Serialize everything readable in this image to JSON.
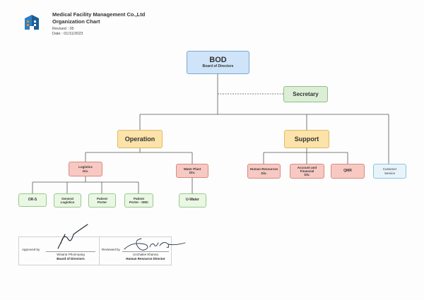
{
  "header": {
    "company": "Medical Facility Management Co.,Ltd",
    "title": "Organization Chart",
    "revised": "Revised : 05",
    "date": "Date : 01/11/2023"
  },
  "nodes": {
    "bod": {
      "title": "BOD",
      "subtitle": "Board of Directors"
    },
    "secretary": "Secretary",
    "operation": "Operation",
    "support": "Support",
    "logistics": {
      "line1": "Logistics",
      "line2": "Div."
    },
    "water_plant": {
      "line1": "Water Plant",
      "line2": "Div."
    },
    "human_resources": {
      "line1": "Human Resources",
      "line2": "Div."
    },
    "account_financial": {
      "line1": "Account and Financial",
      "line2": "Div."
    },
    "qmr": "QMR",
    "customer_service": {
      "line1": "Customer",
      "line2": "Service"
    },
    "ors": "OR-S",
    "general_logistics": {
      "line1": "General",
      "line2": "Logistics"
    },
    "patient_porter": {
      "line1": "Patient",
      "line2": "Porter"
    },
    "patient_porter_smc": {
      "line1": "Patient",
      "line2": "Porter - SMC"
    },
    "u_water": "U-Water"
  },
  "approval": {
    "approved_label": "Approved by",
    "approved_name": "Wisarut Phonnuang",
    "approved_role": "Board of Directors",
    "reviewed_label": "Reviewed by",
    "reviewed_name": "Unchalee Khanna",
    "reviewed_role": "Human Resource Director"
  },
  "colors": {
    "bod": "#cfe4f8",
    "secretary": "#dcefd6",
    "group": "#fbe3a9",
    "division": "#f7c9c2",
    "unit": "#e9f7e3",
    "customer_service": "#e8f4fb",
    "connector": "#555555"
  }
}
